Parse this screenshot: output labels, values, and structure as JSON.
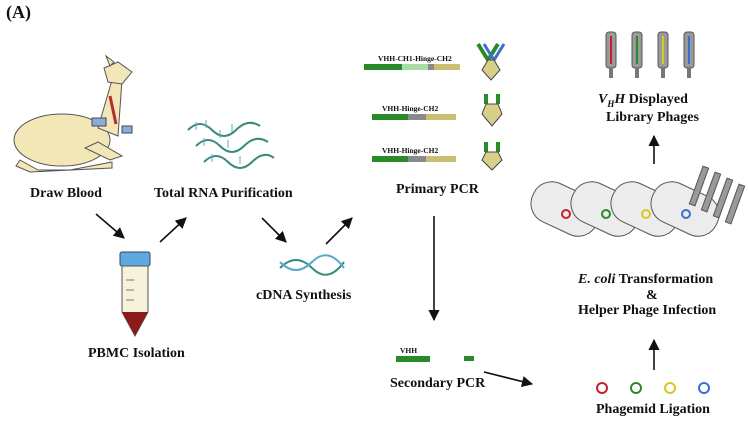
{
  "panel_label": "(A)",
  "steps": {
    "draw_blood": "Draw Blood",
    "total_rna": "Total RNA Purification",
    "pbmc": "PBMC Isolation",
    "cdna": "cDNA Synthesis",
    "primary_pcr": "Primary PCR",
    "secondary_pcr": "Secondary PCR",
    "phagemid": "Phagemid Ligation",
    "transformation_italic": "E. coli",
    "transformation_rest": " Transformation",
    "ampersand": "&",
    "helper_phage": "Helper Phage Infection",
    "vhh_main": "V",
    "vhh_sub": "H",
    "vhh_h": "H",
    "vhh_rest": " Displayed",
    "library_phages": "Library Phages"
  },
  "fragments": {
    "frag1": "VHH-CH1-Hinge-CH2",
    "frag2": "VHH-Hinge-CH2",
    "frag3": "VHH-Hinge-CH2",
    "frag4": "VHH"
  },
  "colors": {
    "green": "#2a8a2a",
    "light_green": "#a8dca8",
    "gray": "#8a8a8a",
    "khaki": "#c8c070",
    "blue": "#3a6fd0",
    "red": "#c8202a",
    "yellow": "#d8c820",
    "llama": "#f3e7b8"
  }
}
